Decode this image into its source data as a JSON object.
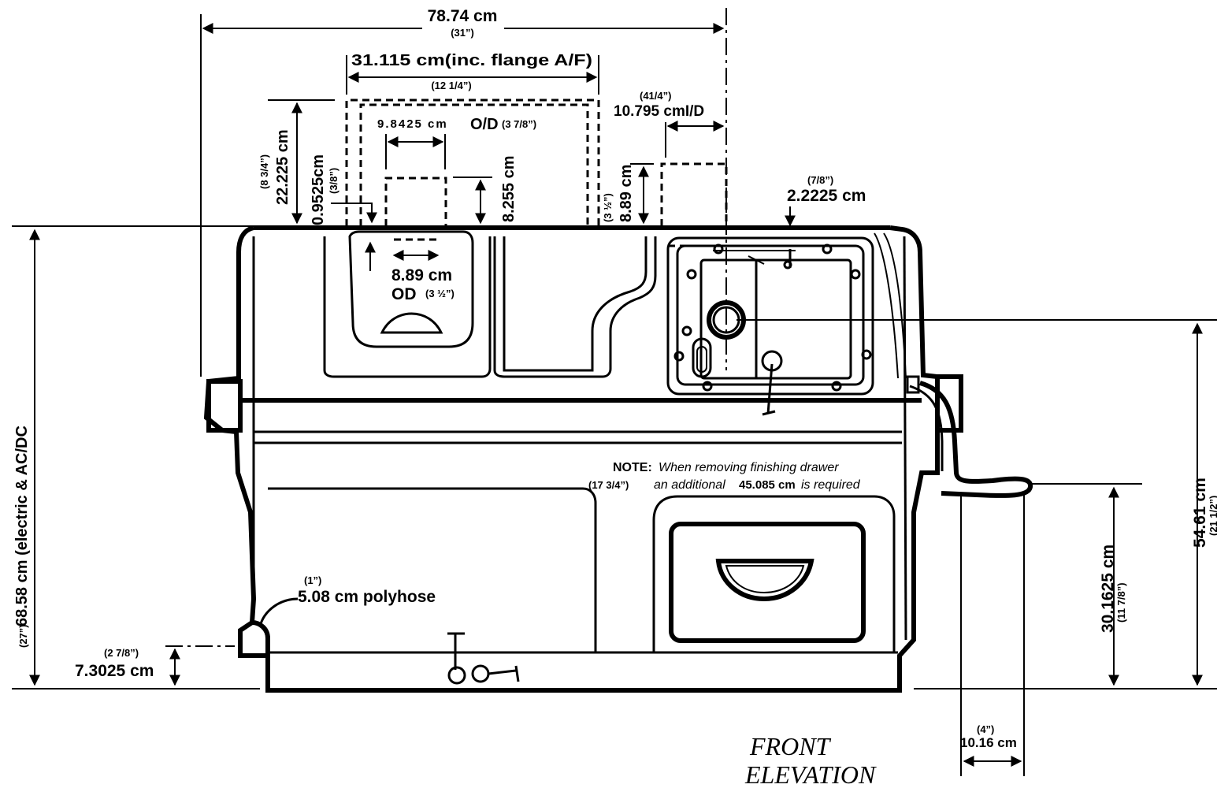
{
  "dimensions": {
    "overall_width": {
      "metric": "78.74 cm",
      "imperial": "(31”)"
    },
    "flange_width": {
      "metric": "31.115 cm(inc. flange  A/F)",
      "imperial": "(12 1/4”)"
    },
    "outlet_od": {
      "metric": "9.8425 cm",
      "suffix": "O/D",
      "imperial": "(3 7/8”)"
    },
    "vent_id": {
      "imperial": "(41/4”)",
      "metric": "10.795 cmI/D"
    },
    "top_clearance": {
      "metric": "22.225 cm",
      "imperial": "(8 3/4”)"
    },
    "flange_thickness": {
      "metric": "0.9525cm",
      "imperial": "(3/8”)"
    },
    "outlet_height": {
      "metric": "8.255 cm"
    },
    "vent_height": {
      "metric": "8.89 cm",
      "imperial": "(3 ½”)"
    },
    "lid_offset": {
      "imperial": "(7/8”)",
      "metric": "2.2225 cm"
    },
    "inlet_od": {
      "metric": "8.89 cm",
      "od": "OD",
      "imperial": "(3 ½”)"
    },
    "overall_height": {
      "imperial": "(27”)",
      "metric": "68.58 cm  (electric & AC/DC"
    },
    "drain_height": {
      "imperial": "(2 7/8”)",
      "metric": "7.3025 cm"
    },
    "hose": {
      "imperial": "(1”)",
      "metric": "5.08 cm polyhose"
    },
    "right_height": {
      "metric": "54.61 cm",
      "imperial": "(21 1/2”)"
    },
    "crank_height": {
      "metric": "30.1625 cm",
      "imperial": "(11 7/8”)"
    },
    "crank_width": {
      "imperial": "(4”)",
      "metric": "10.16 cm"
    }
  },
  "note": {
    "label": "NOTE:",
    "line1": "When  removing  finishing  drawer",
    "imperial": "(17 3/4”)",
    "line2a": "an  additional",
    "value": "45.085 cm",
    "line2b": "is  required"
  },
  "caption": {
    "line1": "FRONT",
    "line2": "ELEVATION"
  }
}
